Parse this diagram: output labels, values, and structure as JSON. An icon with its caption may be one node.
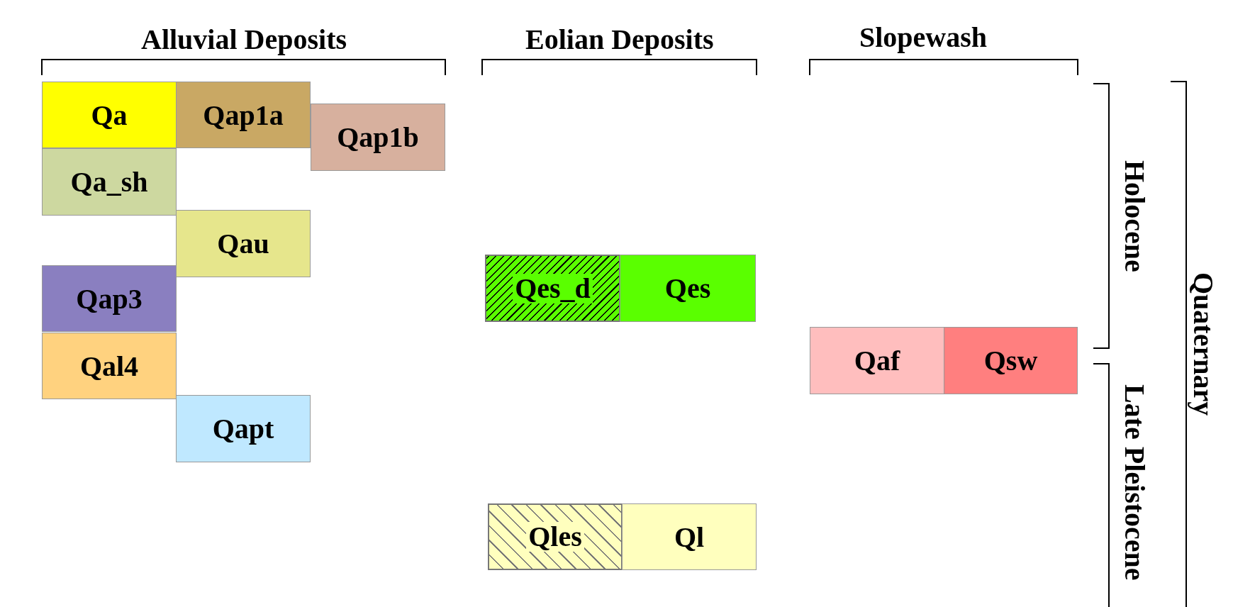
{
  "diagram": {
    "nodes": [
      {
        "text": [
          "Qa"
        ]
      },
      {
        "text": [
          "Qap1a"
        ]
      },
      {
        "text": [
          "Qap1b"
        ]
      },
      {
        "text": [
          "Qa_sh"
        ]
      },
      {
        "text": [
          "Qau"
        ]
      },
      {
        "text": [
          "Qap3"
        ]
      },
      {
        "text": [
          "Qal4"
        ]
      },
      {
        "text": [
          "Qapt"
        ]
      },
      {
        "text": [
          "Qes_d"
        ]
      },
      {
        "text": [
          "Qes"
        ]
      },
      {
        "text": [
          "Qles"
        ]
      },
      {
        "text": [
          "Ql"
        ]
      },
      {
        "text": [
          "Qaf"
        ]
      },
      {
        "text": [
          "Qsw"
        ]
      }
    ],
    "labels": [
      "Alluvial Deposits",
      "Eolian Deposits",
      "Slopewash",
      "Holocene",
      "Late Pleistocene",
      "Quaternary"
    ]
  }
}
